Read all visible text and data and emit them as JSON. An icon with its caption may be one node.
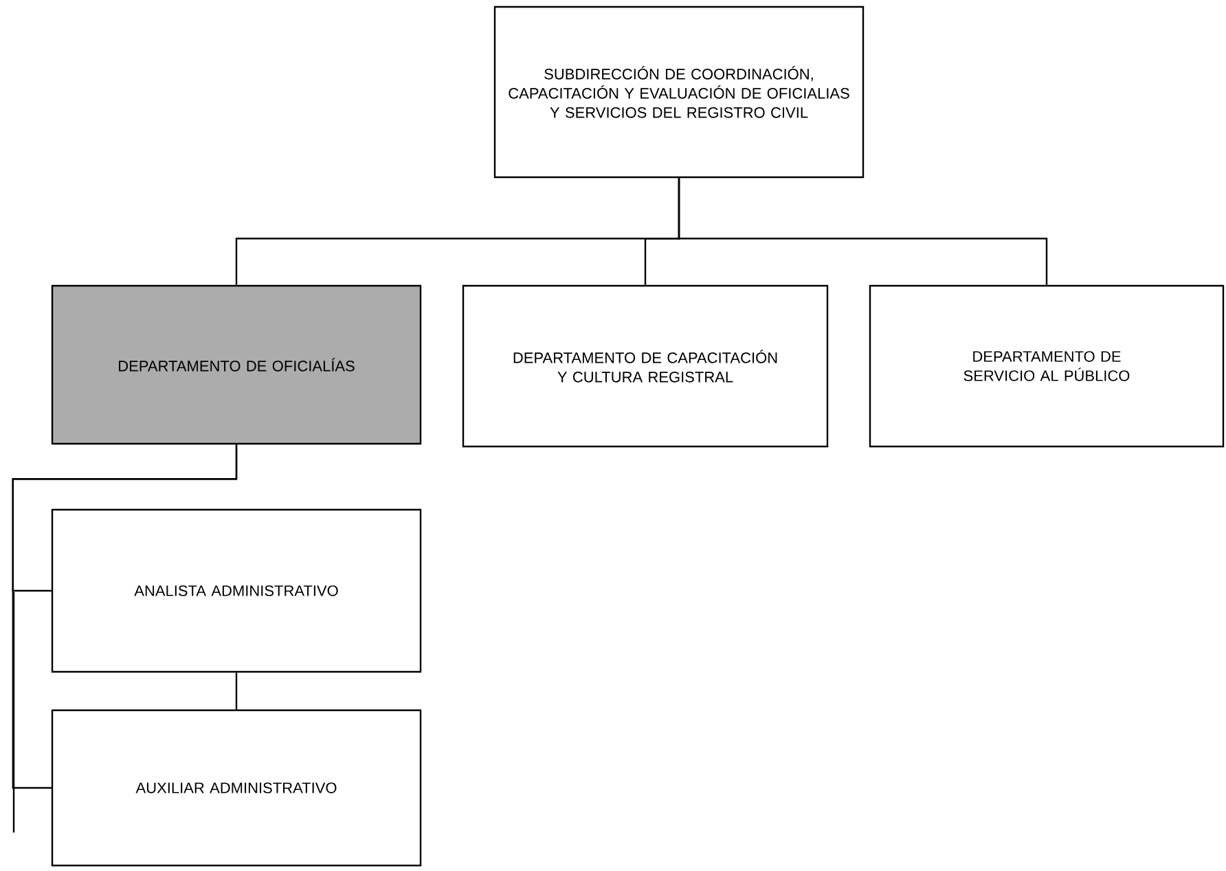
{
  "diagram": {
    "nodes": [
      {
        "text": [
          "SUBDIRECCIÓN DE COORDINACIÓN, CAPACITACIÓN Y EVALUACIÓN DE OFICIALIAS Y SERVICIOS DEL REGISTRO CIVIL"
        ]
      },
      {
        "text": [
          "DEPARTAMENTO DE OFICIALÍAS"
        ]
      },
      {
        "text": [
          "DEPARTAMENTO DE CAPACITACIÓN Y CULTURA REGISTRAL"
        ]
      },
      {
        "text": [
          "DEPARTAMENTO DE SERVICIO AL PÚBLICO"
        ]
      },
      {
        "text": [
          "ANALISTA ADMINISTRATIVO"
        ]
      },
      {
        "text": [
          "AUXILIAR ADMINISTRATIVO"
        ]
      }
    ],
    "edges": [
      {
        "from": 0,
        "to": 1,
        "arrow": "none"
      },
      {
        "from": 0,
        "to": 2,
        "arrow": "none"
      },
      {
        "from": 0,
        "to": 3,
        "arrow": "none"
      },
      {
        "from": 1,
        "to": 4,
        "arrow": "none"
      },
      {
        "from": 1,
        "to": 5,
        "arrow": "none"
      },
      {
        "from": 4,
        "to": 5,
        "arrow": "none"
      }
    ]
  }
}
